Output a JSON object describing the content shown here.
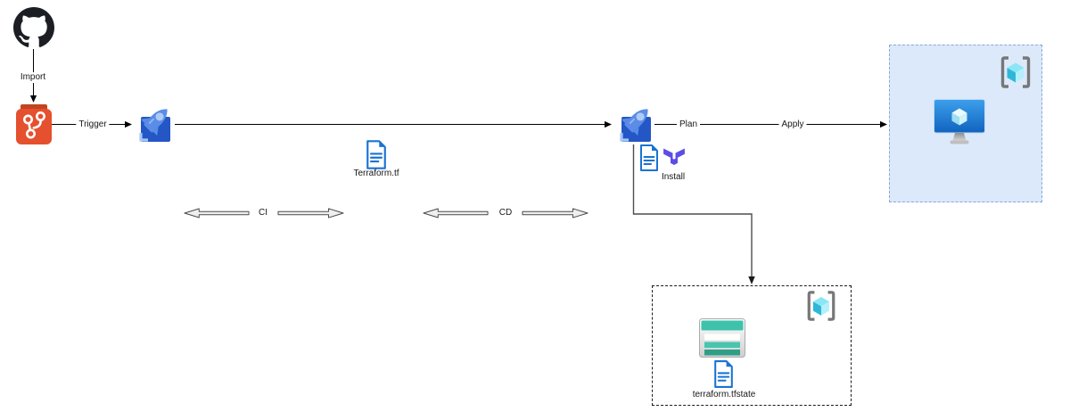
{
  "diagram_type": "cicd-terraform-azure-pipeline",
  "edge_labels": {
    "import": "Import",
    "trigger": "Trigger",
    "plan": "Plan",
    "apply": "Apply",
    "ci": "CI",
    "cd": "CD"
  },
  "node_labels": {
    "terraform_file": "Terraform.tf",
    "install": "Install",
    "state_file": "terraform.tfstate"
  },
  "icons": {
    "github": "github-logo",
    "git": "git-repository",
    "pipeline_ci": "azure-pipelines-rocket",
    "pipeline_cd": "azure-pipelines-rocket",
    "document": "document-file",
    "terraform": "terraform-logo",
    "resource_group": "azure-resource-group-brackets",
    "virtual_machine": "azure-virtual-machine-monitor",
    "storage": "azure-storage-account"
  },
  "colors": {
    "github_black": "#1b1f23",
    "git_orange": "#e5502e",
    "git_orange_dark": "#c24420",
    "pipeline_rocket_blue": "#5a8ce8",
    "pipeline_dark_blue": "#2456c6",
    "pipeline_light_blue": "#a4c7f5",
    "document_blue": "#1a73d2",
    "terraform_purple": "#5c4ee5",
    "storage_teal": "#3dc3ab",
    "storage_teal_dark": "#2e9e86",
    "azure_cube_cyan": "#2fb7d8",
    "bracket_gray": "#777777",
    "resource_box_fill": "#dce9fb",
    "resource_box_border": "#88a8d8",
    "edge_black": "#000000"
  }
}
